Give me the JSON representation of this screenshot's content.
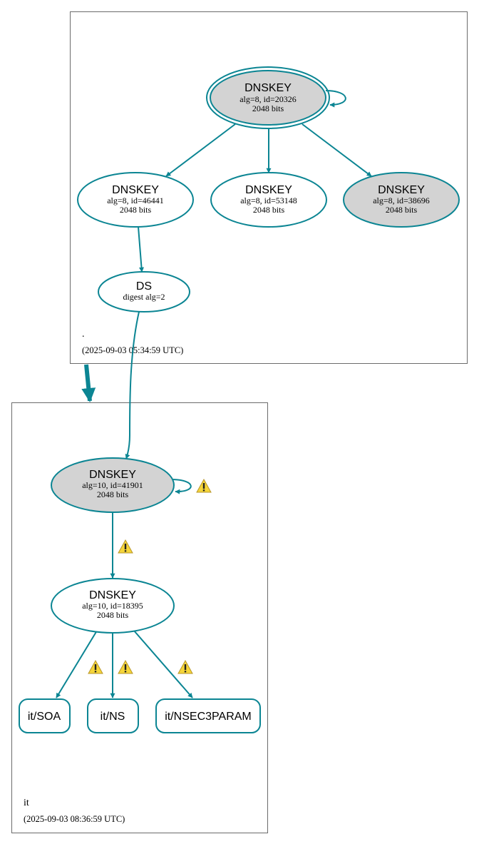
{
  "colors": {
    "edge": "#0b8593",
    "node_fill_grey": "#d3d3d3",
    "node_fill_white": "#ffffff",
    "warning_yellow": "#f5d53a"
  },
  "zones": {
    "root": {
      "name": ".",
      "timestamp": "(2025-09-03 05:34:59 UTC)"
    },
    "it": {
      "name": "it",
      "timestamp": "(2025-09-03 08:36:59 UTC)"
    }
  },
  "nodes": {
    "root_ksk": {
      "type": "DNSKEY",
      "line1": "alg=8, id=20326",
      "line2": "2048 bits"
    },
    "root_46441": {
      "type": "DNSKEY",
      "line1": "alg=8, id=46441",
      "line2": "2048 bits"
    },
    "root_53148": {
      "type": "DNSKEY",
      "line1": "alg=8, id=53148",
      "line2": "2048 bits"
    },
    "root_38696": {
      "type": "DNSKEY",
      "line1": "alg=8, id=38696",
      "line2": "2048 bits"
    },
    "ds_it": {
      "type": "DS",
      "line1": "digest alg=2"
    },
    "it_ksk": {
      "type": "DNSKEY",
      "line1": "alg=10, id=41901",
      "line2": "2048 bits"
    },
    "it_zsk": {
      "type": "DNSKEY",
      "line1": "alg=10, id=18395",
      "line2": "2048 bits"
    },
    "it_soa": {
      "label": "it/SOA"
    },
    "it_ns": {
      "label": "it/NS"
    },
    "it_nsec3param": {
      "label": "it/NSEC3PARAM"
    }
  },
  "warning_icon": "warning-triangle-icon"
}
